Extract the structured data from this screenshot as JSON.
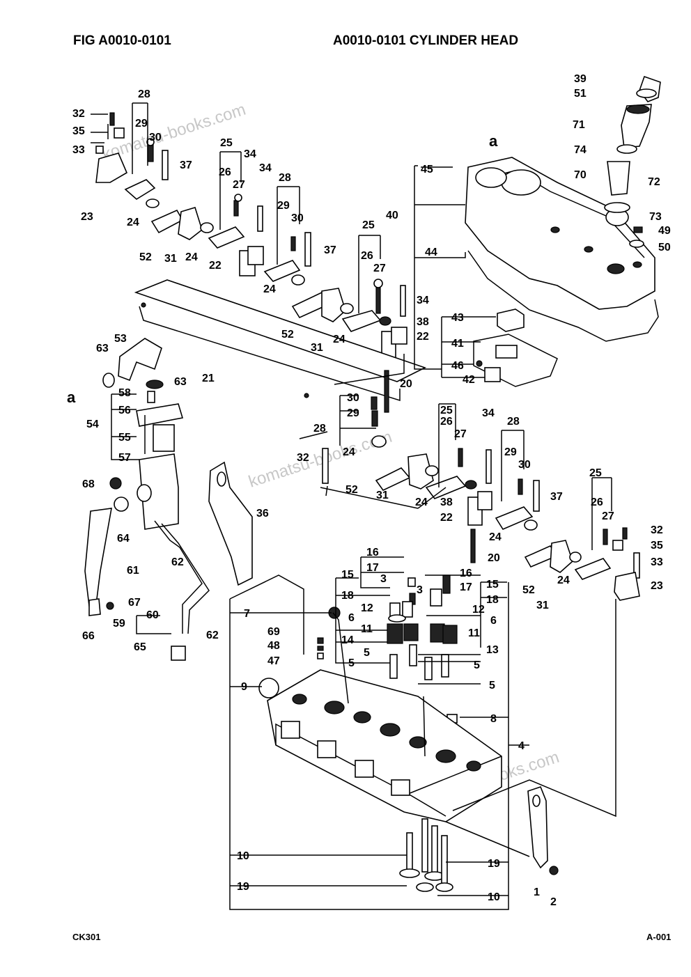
{
  "header": {
    "fig_code": "FIG    A0010-0101",
    "title": "A0010-0101 CYLINDER HEAD"
  },
  "footer": {
    "left_code": "CK301",
    "right_code": "A-001"
  },
  "watermark": "komatsu-books.com",
  "callouts": [
    "28",
    "32",
    "29",
    "35",
    "30",
    "33",
    "37",
    "23",
    "24",
    "52",
    "31",
    "24",
    "25",
    "26",
    "34",
    "27",
    "34",
    "28",
    "29",
    "30",
    "22",
    "37",
    "24",
    "25",
    "26",
    "27",
    "52",
    "31",
    "24",
    "34",
    "38",
    "22",
    "39",
    "51",
    "71",
    "74",
    "70",
    "72",
    "73",
    "49",
    "50",
    "40",
    "45",
    "a",
    "44",
    "43",
    "41",
    "46",
    "42",
    "21",
    "53",
    "63",
    "63",
    "58",
    "56",
    "54",
    "55",
    "57",
    "a",
    "68",
    "64",
    "61",
    "67",
    "66",
    "59",
    "60",
    "62",
    "62",
    "65",
    "36",
    "20",
    "30",
    "29",
    "28",
    "32",
    "24",
    "52",
    "31",
    "25",
    "26",
    "27",
    "34",
    "28",
    "29",
    "30",
    "37",
    "24",
    "38",
    "22",
    "24",
    "20",
    "52",
    "31",
    "24",
    "25",
    "26",
    "27",
    "32",
    "35",
    "33",
    "23",
    "16",
    "17",
    "3",
    "18",
    "12",
    "6",
    "11",
    "5",
    "15",
    "16",
    "17",
    "3",
    "15",
    "18",
    "12",
    "6",
    "11",
    "13",
    "5",
    "5",
    "7",
    "69",
    "48",
    "47",
    "14",
    "5",
    "9",
    "8",
    "4",
    "10",
    "19",
    "19",
    "10",
    "1",
    "2"
  ]
}
